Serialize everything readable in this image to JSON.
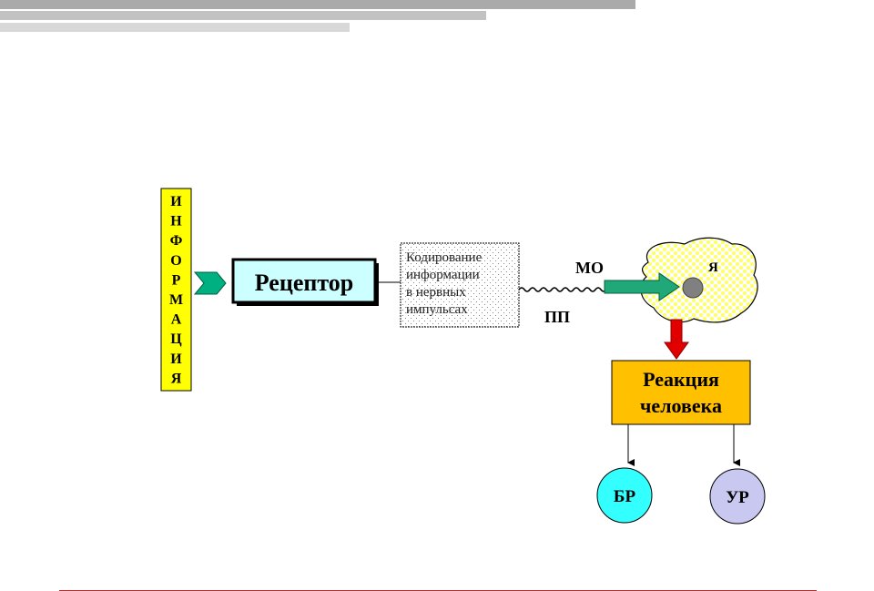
{
  "colors": {
    "info_fill": "#ffff00",
    "receptor_fill": "#ccffff",
    "chevron": "#00b080",
    "arrow_mo": "#20a878",
    "brain_dots": "#ffff66",
    "nucleus": "#808080",
    "red_arrow": "#e00000",
    "reaction_fill": "#ffc000",
    "br_fill": "#33ffff",
    "ur_fill": "#c8c8f0",
    "footer_line": "#b03030"
  },
  "diagram": {
    "info_letters": [
      "И",
      "Н",
      "Ф",
      "О",
      "Р",
      "М",
      "А",
      "Ц",
      "И",
      "Я"
    ],
    "receptor_label": "Рецептор",
    "coding_lines": [
      "Кодирование",
      "информации",
      "в нервных",
      "импульсах"
    ],
    "mo_label": "МО",
    "pp_label": "ПП",
    "ya_label": "Я",
    "reaction_lines": [
      "Реакция",
      "человека"
    ],
    "br_label": "БР",
    "ur_label": "УР"
  }
}
